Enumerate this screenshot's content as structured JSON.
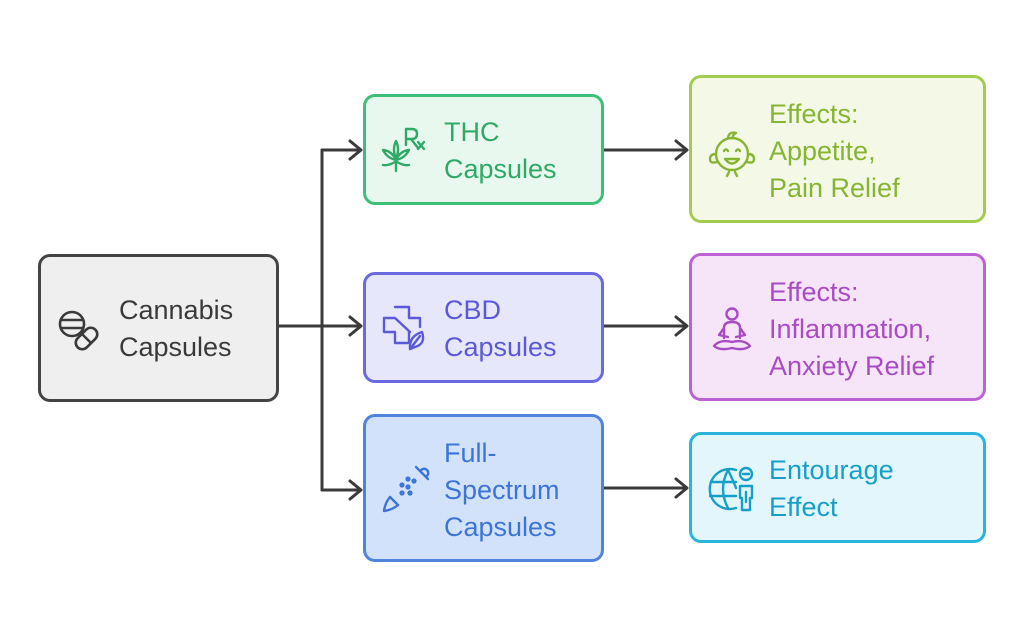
{
  "root": {
    "lines": [
      "Cannabis",
      "Capsules"
    ],
    "icon": "pills-icon",
    "fill": "#efefef",
    "stroke": "#444444",
    "text": "#3a3a3a"
  },
  "types": [
    {
      "lines": [
        "THC",
        "Capsules"
      ],
      "icon": "rx-cannabis-leaf-icon",
      "fill": "#e8f8ef",
      "stroke": "#3dbf78",
      "text": "#2eaa66"
    },
    {
      "lines": [
        "CBD",
        "Capsules"
      ],
      "icon": "medical-cross-leaf-icon",
      "fill": "#e7e7fb",
      "stroke": "#6a6ae0",
      "text": "#5a5ad6"
    },
    {
      "lines": [
        "Full-",
        "Spectrum",
        "Capsules"
      ],
      "icon": "dropper-icon",
      "fill": "#d3e2fb",
      "stroke": "#4f84dc",
      "text": "#3c75d6"
    }
  ],
  "effects": [
    {
      "lines": [
        "Effects:",
        "Appetite,",
        "Pain Relief"
      ],
      "icon": "happy-baby-face-icon",
      "fill": "#f3f9e6",
      "stroke": "#a2cc4e",
      "text": "#86b531"
    },
    {
      "lines": [
        "Effects:",
        "Inflammation,",
        "Anxiety Relief"
      ],
      "icon": "meditation-icon",
      "fill": "#f6e5f9",
      "stroke": "#bb62d4",
      "text": "#a94cc4"
    },
    {
      "lines": [
        "Entourage",
        "Effect"
      ],
      "icon": "globe-person-icon",
      "fill": "#e2f6fc",
      "stroke": "#29b4dc",
      "text": "#179fc9"
    }
  ],
  "connector_color": "#3a3a3a"
}
